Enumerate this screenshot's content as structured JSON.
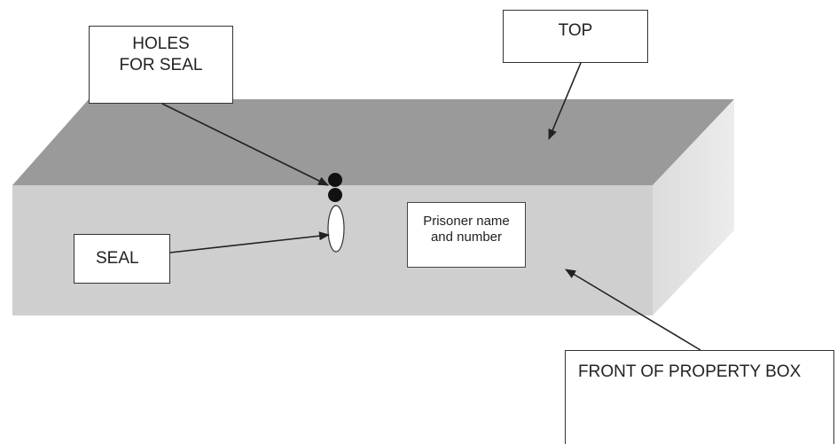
{
  "colors": {
    "box_top": "#9a9a9a",
    "box_front": "#cfcfcf",
    "box_side": "#e4e4e4",
    "holes": "#111111",
    "seal_fill": "#ffffff",
    "arrow": "#222222",
    "label_border": "#333333"
  },
  "labels": {
    "holes_for_seal": "HOLES\nFOR SEAL",
    "top": "TOP",
    "seal": "SEAL",
    "prisoner_name_and_number": "Prisoner name\nand number",
    "front_of_property_box": "FRONT OF PROPERTY BOX"
  }
}
